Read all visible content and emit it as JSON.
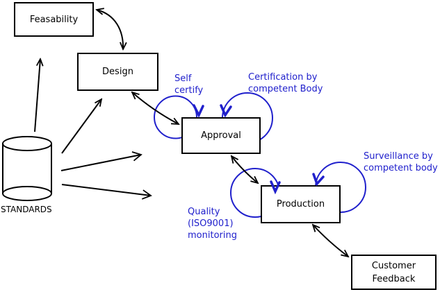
{
  "diagram": {
    "title_hint": "Product lifecycle standards flow diagram",
    "boxes": {
      "feasability": {
        "label": "Feasability"
      },
      "design": {
        "label": "Design"
      },
      "approval": {
        "label": "Approval"
      },
      "production": {
        "label": "Production"
      },
      "customer_feedback": {
        "lines": [
          "Customer",
          "Feedback"
        ]
      }
    },
    "datastore": {
      "label": "STANDARDS",
      "shape": "cylinder"
    },
    "annotations": {
      "self_certify": {
        "lines": [
          "Self",
          "certify"
        ]
      },
      "certification": {
        "lines": [
          "Certification by",
          "competent Body"
        ]
      },
      "surveillance": {
        "lines": [
          "Surveillance by",
          "competent body"
        ]
      },
      "quality": {
        "lines": [
          "Quality",
          "(ISO9001)",
          "monitoring"
        ]
      }
    },
    "colors": {
      "annotation_blue": "#2020cc",
      "line_black": "#000000",
      "background": "#ffffff"
    },
    "connections": [
      "Feasability <-> Design",
      "Design <-> Approval",
      "Approval <-> Production",
      "Production <-> Customer Feedback",
      "STANDARDS -> Feasability",
      "STANDARDS -> Design",
      "STANDARDS -> Approval",
      "STANDARDS -> Production",
      "Approval self-loop (Self certify)",
      "Approval self-loop (Certification by competent Body)",
      "Production self-loop (Quality ISO9001 monitoring)",
      "Production self-loop (Surveillance by competent body)"
    ]
  }
}
